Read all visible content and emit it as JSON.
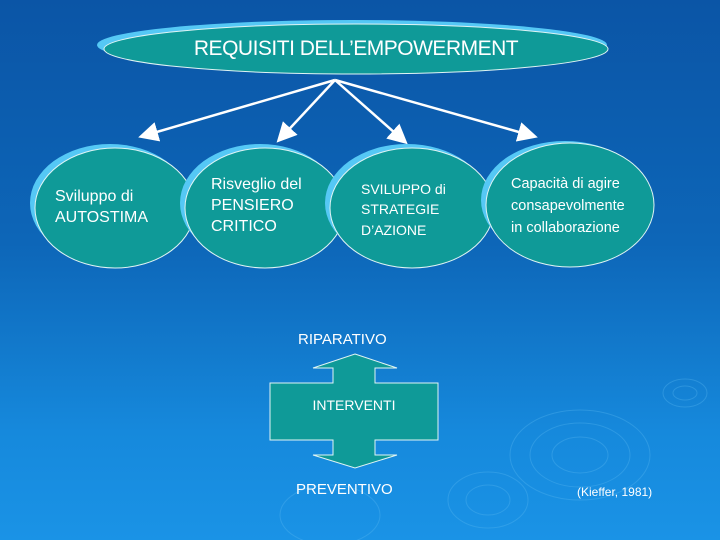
{
  "title": "REQUISITI DELL’EMPOWERMENT",
  "requirements": [
    {
      "lines": [
        "Sviluppo di",
        "AUTOSTIMA"
      ]
    },
    {
      "lines": [
        "Risveglio del",
        "PENSIERO",
        "CRITICO"
      ]
    },
    {
      "lines": [
        "SVILUPPO di",
        "STRATEGIE",
        "D’AZIONE"
      ]
    },
    {
      "lines": [
        "Capacità di agire",
        "consapevolmente",
        "in collaborazione"
      ]
    }
  ],
  "interventions": {
    "center": "INTERVENTI",
    "top": "RIPARATIVO",
    "bottom": "PREVENTIVO"
  },
  "citation": "(Kieffer, 1981)",
  "colors": {
    "shape_fill": "#0f9a98",
    "shadow": "#55c8f5",
    "text": "#ffffff"
  }
}
